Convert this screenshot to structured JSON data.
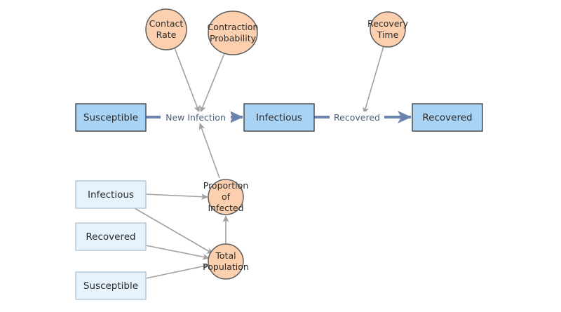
{
  "stocks": {
    "susceptible": "Susceptible",
    "infectious": "Infectious",
    "recovered": "Recovered"
  },
  "flows": {
    "new_infection": "New Infection",
    "recovered": "Recovered"
  },
  "variables": {
    "contact_rate": "Contact\nRate",
    "contraction_probability": "Contraction\nProbability",
    "recovery_time": "Recovery\nTime",
    "proportion_of_infected": "Proportion\nof\nInfected",
    "total_population": "Total\nPopulation"
  },
  "ghosts": {
    "infectious": "Infectious",
    "recovered": "Recovered",
    "susceptible": "Susceptible"
  },
  "colors": {
    "stock_fill": "#a8d3f5",
    "stock_border": "#4f4f4f",
    "ghost_fill": "#e6f2fc",
    "ghost_border": "#b6cad9",
    "variable_fill": "#fcd0ae",
    "variable_border": "#5e5e5e",
    "flow_pipe": "#6b84ae",
    "link": "#a0a0a0"
  }
}
